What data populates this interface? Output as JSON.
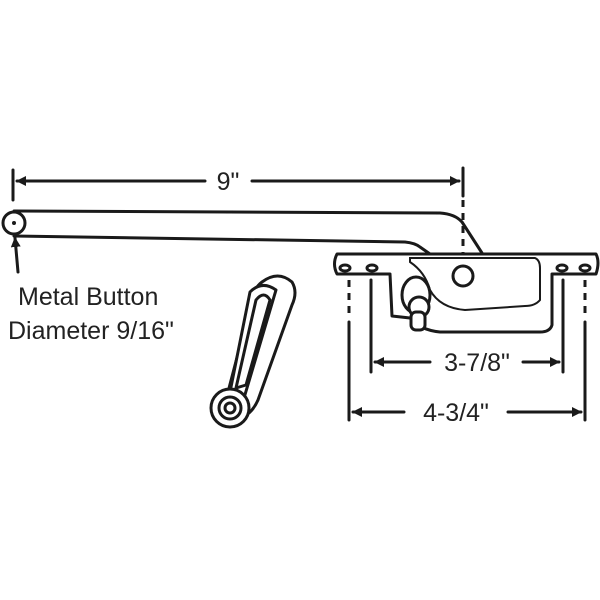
{
  "dimensions": {
    "overall_length": "9\"",
    "hole_spacing_inner": "3-7/8\"",
    "hole_spacing_outer": "4-3/4\""
  },
  "button_label": {
    "line1": "Metal Button",
    "line2": "Diameter 9/16\""
  },
  "colors": {
    "line": "#1a1a1a",
    "background": "#ffffff"
  }
}
